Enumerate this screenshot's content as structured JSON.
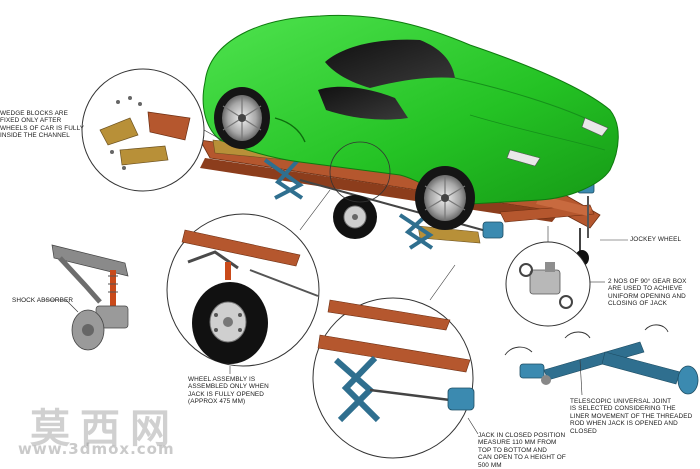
{
  "callouts": {
    "wedge_blocks": "WEDGE BLOCKS ARE\nFIXED ONLY AFTER\nWHEELS OF CAR IS FULLY\nINSIDE THE CHANNEL",
    "jockey_wheel": "JOCKEY WHEEL",
    "gear_box": "2 NOS OF 90° GEAR BOX\nARE USED TO ACHIEVE\nUNIFORM OPENING AND\nCLOSING OF JACK",
    "shock_absorber": "SHOCK ABSORBER",
    "wheel_assembly": "WHEEL ASSEMBLY IS\nASSEMBLED ONLY WHEN\nJACK IS FULLY OPENED\n(APPROX 475 mm)",
    "universal_joint": "TELESCOPIC UNIVERSAL JOINT\nIS SELECTED CONSIDERING THE\nLINER MOVEMENT OF THE THREADED\nROD WHEN JACK IS OPENED AND\nCLOSED",
    "jack_closed": "JACK IN CLOSED POSITION\nMEASURE 110 mm FROM\nTOP TO BOTTOM AND\nCAN OPEN TO A HEIGHT OF\n500 mm"
  },
  "watermark": {
    "chinese": "莫西网",
    "url": "www.3dmox.com"
  },
  "colors": {
    "car_body": "#2ed12e",
    "frame": "#b5572e",
    "wedge": "#b89038",
    "jack": "#2f6f8f",
    "tyre": "#111111"
  }
}
